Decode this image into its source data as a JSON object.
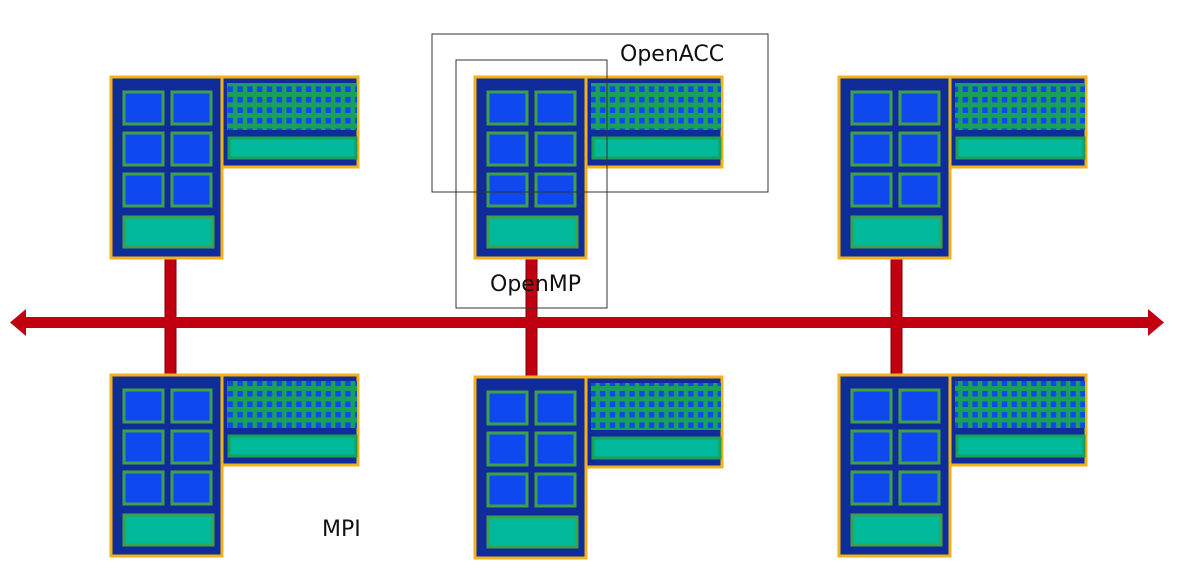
{
  "labels": {
    "openacc": "OpenACC",
    "openmp": "OpenMP",
    "mpi": "MPI"
  },
  "nodes": {
    "count": 6,
    "cpu_cores_per_node": 6
  },
  "colors": {
    "node_border": "#F2B21A",
    "cpu_fill": "#102C9A",
    "core_fill": "#1048F0",
    "core_border": "#3FA04A",
    "cache_fill": "#00B89A",
    "gpu_fill": "#1AA058",
    "gpu_dots": "#1048F0",
    "interconnect": "#C00010",
    "interconnect_edge": "#7A0008",
    "region_outline": "#333333"
  }
}
